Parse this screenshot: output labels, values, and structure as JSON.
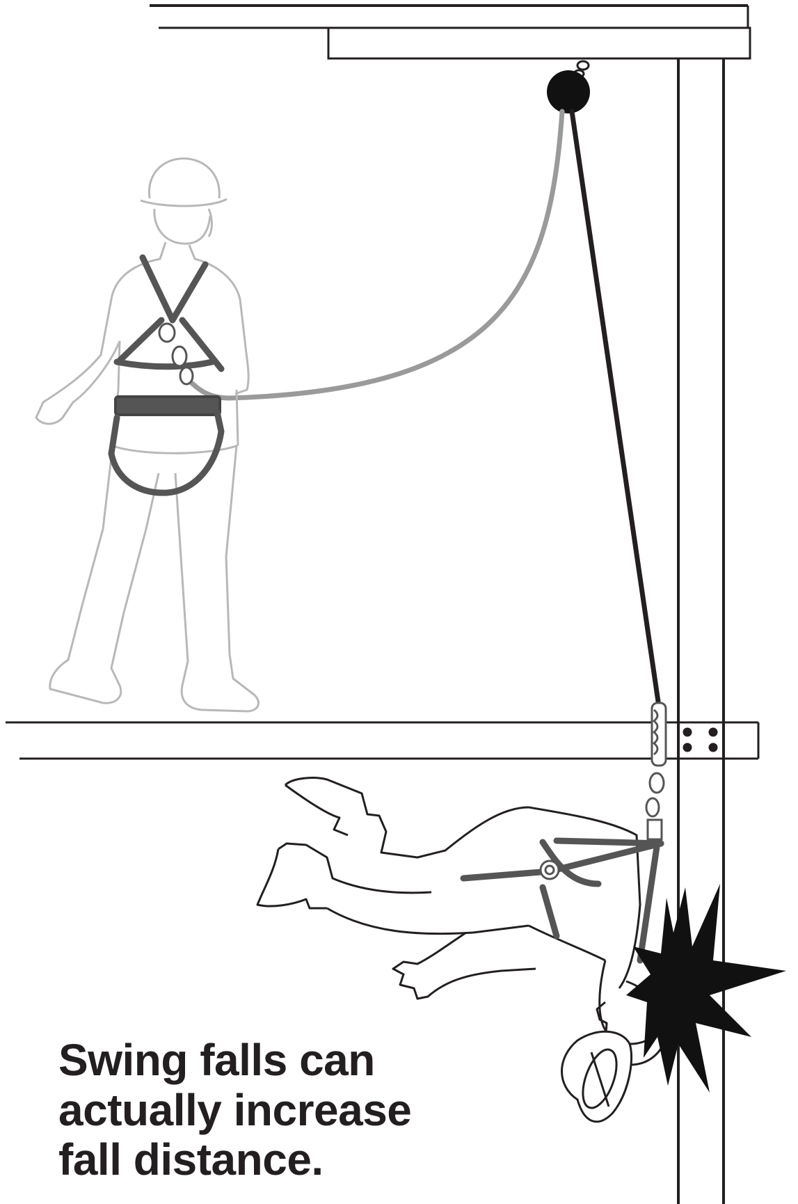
{
  "caption": {
    "line1": "Swing falls can",
    "line2": "actually increase",
    "line3": "fall distance."
  },
  "colors": {
    "background": "#ffffff",
    "outline": "#231f20",
    "figure_outline": "#b8b8b8",
    "slack_lanyard": "#9a9a9a",
    "taut_lanyard": "#231f20",
    "harness_strap": "#555555",
    "impact_burst": "#111111"
  },
  "icons": {
    "anchor": "anchor-point-icon",
    "impact": "impact-burst-icon",
    "hard_hat": "hard-hat-icon"
  }
}
